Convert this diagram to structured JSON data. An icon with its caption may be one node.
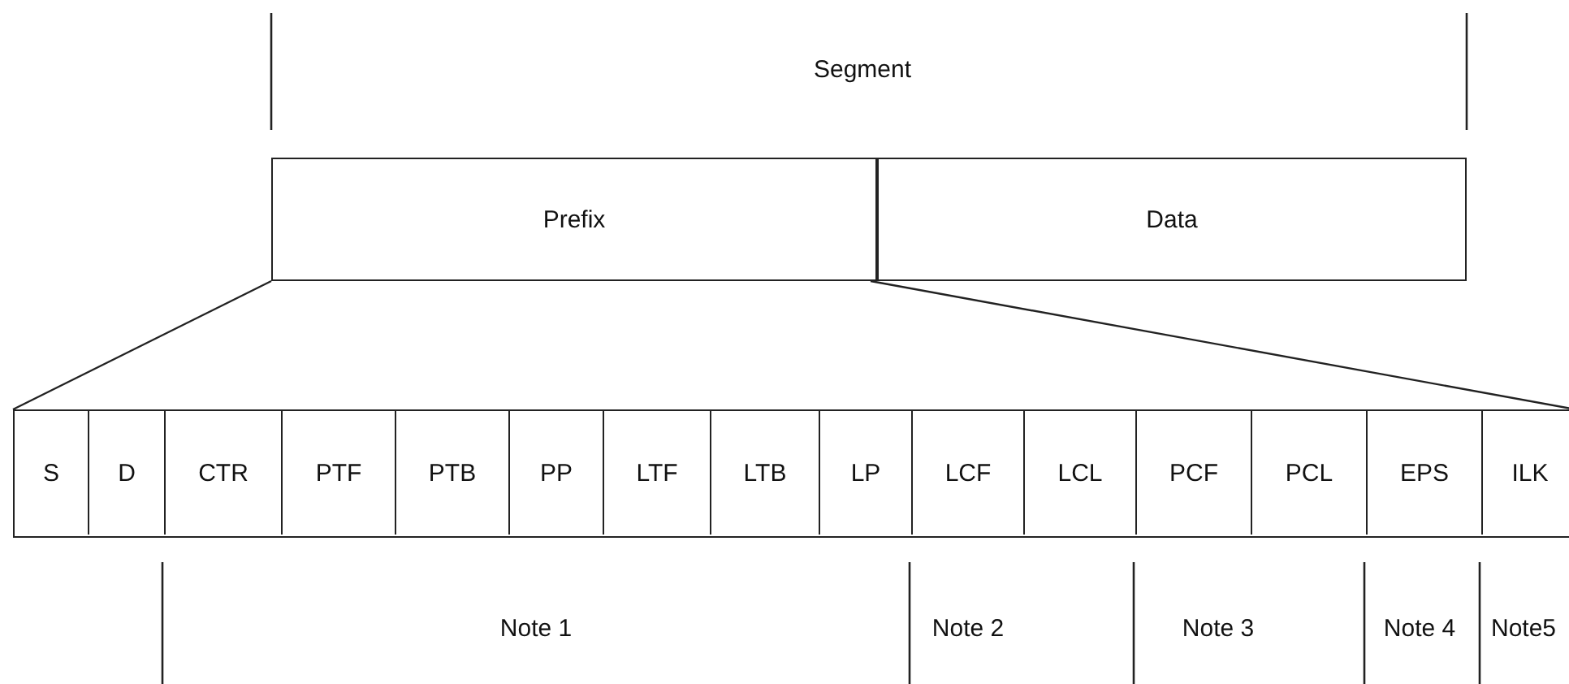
{
  "diagram": {
    "nodes": [
      {
        "text": [
          "Prefix"
        ]
      },
      {
        "text": [
          "Data"
        ]
      },
      {
        "text": [],
        "shape": "box"
      },
      {
        "text": [
          "S"
        ],
        "in": 2
      },
      {
        "text": [
          "D"
        ],
        "in": 2
      },
      {
        "text": [
          "CTR"
        ],
        "in": 2
      },
      {
        "text": [
          "PTF"
        ],
        "in": 2
      },
      {
        "text": [
          "PTB"
        ],
        "in": 2
      },
      {
        "text": [
          "PP"
        ],
        "in": 2
      },
      {
        "text": [
          "LTF"
        ],
        "in": 2
      },
      {
        "text": [
          "LTB"
        ],
        "in": 2
      },
      {
        "text": [
          "LP"
        ],
        "in": 2
      },
      {
        "text": [
          "LCF"
        ],
        "in": 2
      },
      {
        "text": [
          "LCL"
        ],
        "in": 2
      },
      {
        "text": [
          "PCF"
        ],
        "in": 2
      },
      {
        "text": [
          "PCL"
        ],
        "in": 2
      },
      {
        "text": [
          "EPS"
        ],
        "in": 2
      },
      {
        "text": [
          "ILK"
        ],
        "in": 2
      }
    ],
    "edges": [
      {
        "from": 0,
        "to": 2,
        "arrow": "none"
      },
      {
        "from": 0,
        "to": 2,
        "arrow": "none"
      }
    ],
    "labels": [
      "Segment",
      "Note 1",
      "Note 2",
      "Note 3",
      "Note 4",
      "Note5"
    ]
  }
}
